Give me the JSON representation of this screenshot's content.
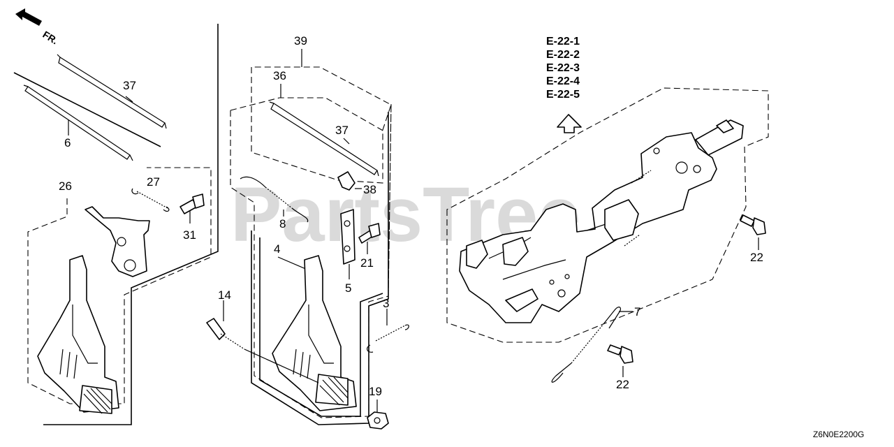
{
  "direction": {
    "label": "FR."
  },
  "watermark": {
    "text": "PartsTree"
  },
  "diagram_code": "Z6N0E2200G",
  "references": [
    "E-22-1",
    "E-22-2",
    "E-22-3",
    "E-22-4",
    "E-22-5"
  ],
  "callouts": {
    "c39": "39",
    "c36": "36",
    "c37a": "37",
    "c37b": "37",
    "c6": "6",
    "c26": "26",
    "c27": "27",
    "c31": "31",
    "c38": "38",
    "c8": "8",
    "c4": "4",
    "c5": "5",
    "c21": "21",
    "c3": "3",
    "c14": "14",
    "c19": "19",
    "c7": "7",
    "c22a": "22",
    "c22b": "22"
  }
}
